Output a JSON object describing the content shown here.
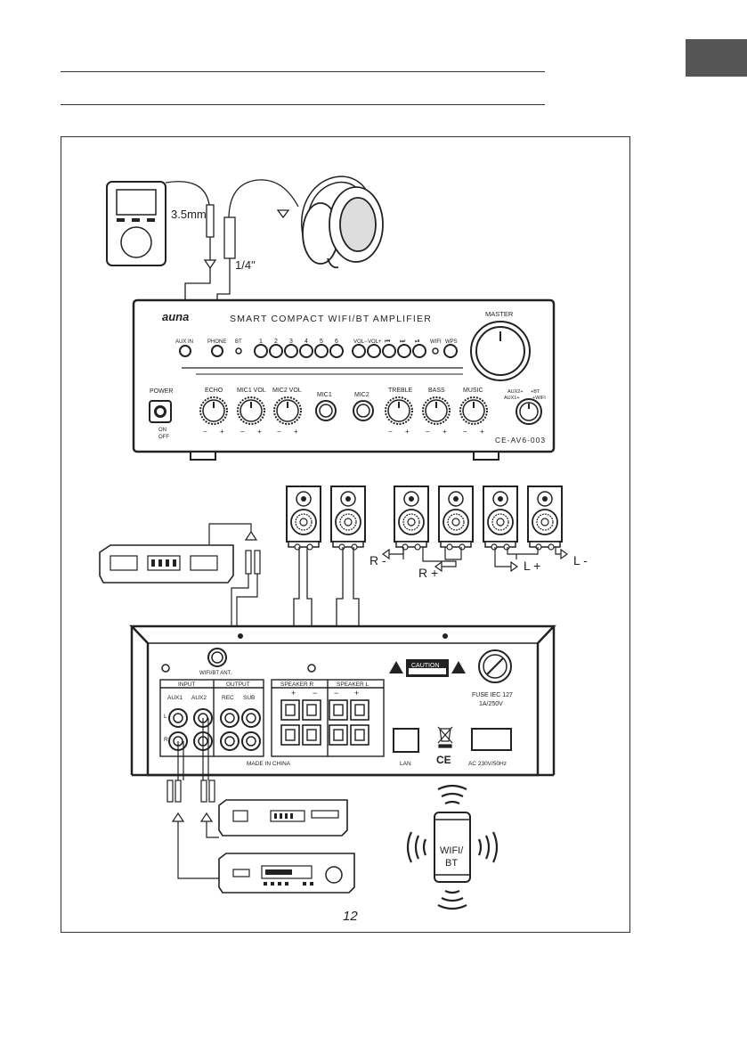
{
  "page_number": "12",
  "device": {
    "brand": "auna",
    "title": "SMART COMPACT WIFI/BT AMPLIFIER",
    "model": "CE-AV6-003",
    "master_label": "MASTER",
    "power_label": "POWER",
    "power_on": "ON",
    "power_off": "OFF",
    "front_jacks": [
      "AUX IN",
      "PHONE",
      "BT"
    ],
    "channel_buttons": [
      "1",
      "2",
      "3",
      "4",
      "5",
      "6"
    ],
    "transport_labels": [
      "VOL−",
      "VOL+",
      "⏮",
      "⏭",
      "⏯",
      "WIFI",
      "WPS"
    ],
    "knobs": [
      "ECHO",
      "MIC1 VOL",
      "MIC2 VOL",
      "MIC1",
      "MIC2",
      "TREBLE",
      "BASS",
      "MUSIC"
    ],
    "selector_labels": [
      "AUX2+",
      "AUX1+",
      "+BT",
      "+WIFI"
    ],
    "minus": "−",
    "plus": "+"
  },
  "cables": {
    "jack_small": "3.5mm",
    "jack_large": "1/4\""
  },
  "speakers": {
    "r_minus": "R -",
    "r_plus": "R +",
    "l_plus": "L +",
    "l_minus": "L -"
  },
  "rear_panel": {
    "antenna": "WIFI/BT ANT.",
    "input_label": "INPUT",
    "output_label": "OUTPUT",
    "aux1": "AUX1",
    "aux2": "AUX2",
    "rec": "REC",
    "sub": "SUB",
    "left": "L",
    "right": "R",
    "speaker_r": "SPEAKER R",
    "speaker_l": "SPEAKER L",
    "caution": "CAUTION",
    "fuse": "FUSE IEC 127",
    "fuse_rating": "1A/250V",
    "lan": "LAN",
    "ce": "CE",
    "ac": "AC 230V/50Hz",
    "made_in": "MADE IN CHINA"
  },
  "phone": {
    "label_top": "WIFI/",
    "label_bottom": "BT"
  }
}
